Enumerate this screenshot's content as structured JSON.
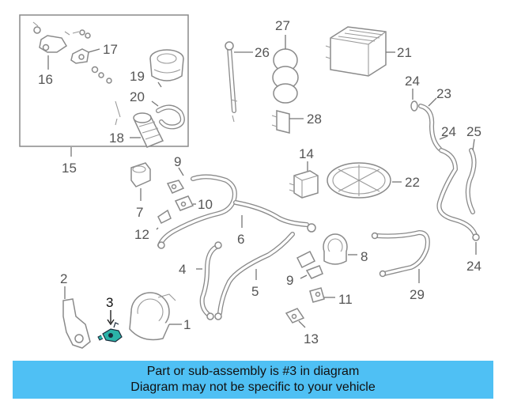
{
  "colors": {
    "banner_bg": "#4fc0f4",
    "highlight_part": "#2bb3a8",
    "line_art": "#8a8a8a"
  },
  "callouts": {
    "c1": "1",
    "c2": "2",
    "c3": "3",
    "c4": "4",
    "c5": "5",
    "c6": "6",
    "c7": "7",
    "c8": "8",
    "c9a": "9",
    "c9b": "9",
    "c10": "10",
    "c11": "11",
    "c12": "12",
    "c13": "13",
    "c14": "14",
    "c15": "15",
    "c16": "16",
    "c17": "17",
    "c18": "18",
    "c19": "19",
    "c20": "20",
    "c21": "21",
    "c22": "22",
    "c23": "23",
    "c24a": "24",
    "c24b": "24",
    "c24c": "24",
    "c25": "25",
    "c26": "26",
    "c27": "27",
    "c28": "28",
    "c29": "29"
  },
  "selected_part": "3",
  "banner": {
    "line1": "Part or sub-assembly is #3 in diagram",
    "line2": "Diagram may not be specific to your vehicle"
  }
}
